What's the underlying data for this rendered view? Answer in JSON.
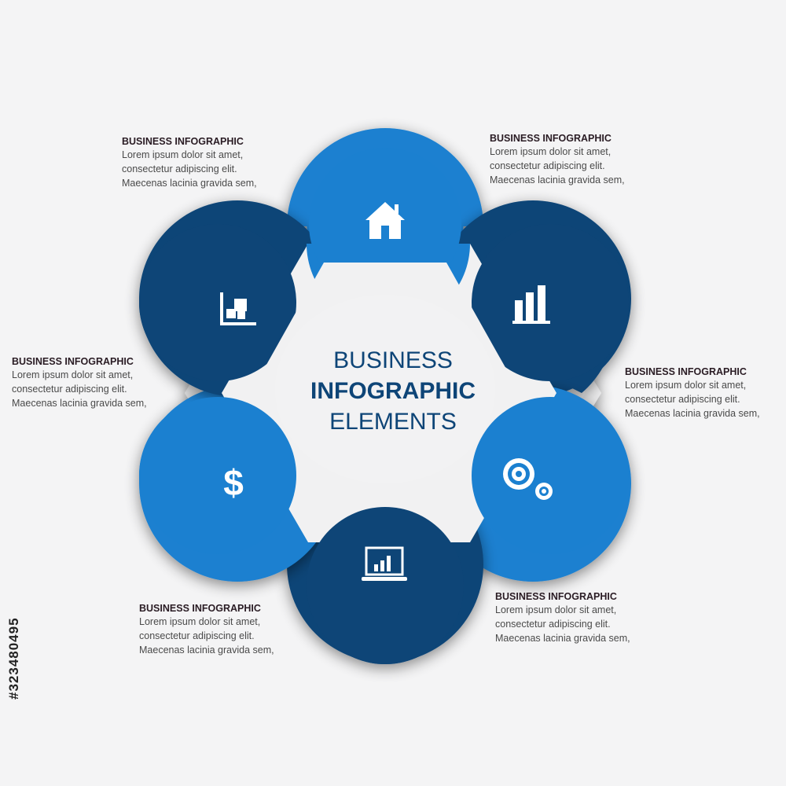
{
  "colors": {
    "light_blue": "#1b80d0",
    "dark_blue": "#0e4577",
    "background": "#f4f4f5",
    "icon": "#ffffff"
  },
  "center": {
    "line1": "BUSINESS",
    "line2": "INFOGRAPHIC",
    "line3": "ELEMENTS"
  },
  "segments": [
    {
      "id": "top",
      "color": "light_blue",
      "icon": "home-icon"
    },
    {
      "id": "upper-right",
      "color": "dark_blue",
      "icon": "bar-chart-icon"
    },
    {
      "id": "lower-right",
      "color": "light_blue",
      "icon": "gears-icon"
    },
    {
      "id": "bottom",
      "color": "dark_blue",
      "icon": "laptop-chart-icon"
    },
    {
      "id": "lower-left",
      "color": "light_blue",
      "icon": "dollar-icon"
    },
    {
      "id": "upper-left",
      "color": "dark_blue",
      "icon": "scatter-axes-icon"
    }
  ],
  "labels": [
    {
      "title": "BUSINESS INFOGRAPHIC",
      "line1": "Lorem ipsum dolor sit amet,",
      "line2": "consectetur adipiscing elit.",
      "line3": "Maecenas lacinia gravida sem,"
    },
    {
      "title": "BUSINESS INFOGRAPHIC",
      "line1": "Lorem ipsum dolor sit amet,",
      "line2": "consectetur adipiscing elit.",
      "line3": "Maecenas lacinia gravida sem,"
    },
    {
      "title": "BUSINESS INFOGRAPHIC",
      "line1": "Lorem ipsum dolor sit amet,",
      "line2": "consectetur adipiscing elit.",
      "line3": "Maecenas lacinia gravida sem,"
    },
    {
      "title": "BUSINESS INFOGRAPHIC",
      "line1": "Lorem ipsum dolor sit amet,",
      "line2": "consectetur adipiscing elit.",
      "line3": "Maecenas lacinia gravida sem,"
    },
    {
      "title": "BUSINESS INFOGRAPHIC",
      "line1": "Lorem ipsum dolor sit amet,",
      "line2": "consectetur adipiscing elit.",
      "line3": "Maecenas lacinia gravida sem,"
    },
    {
      "title": "BUSINESS INFOGRAPHIC",
      "line1": "Lorem ipsum dolor sit amet,",
      "line2": "consectetur adipiscing elit.",
      "line3": "Maecenas lacinia gravida sem,"
    }
  ],
  "stock_id": "#323480495"
}
